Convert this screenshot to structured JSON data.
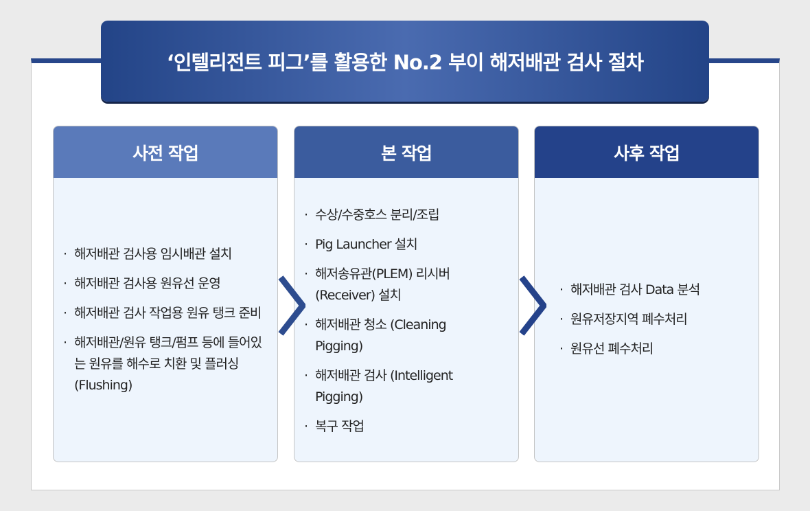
{
  "title": "‘인텔리전트 피그’를 활용한 No.2 부이 해저배관 검사 절차",
  "columns": [
    {
      "header": "사전 작업",
      "color": "#5a7aba",
      "items": [
        "해저배관 검사용 임시배관 설치",
        "해저배관 검사용 원유선 운영",
        "해저배관 검사 작업용 원유 탱크 준비",
        "해저배관/원유 탱크/펌프 등에 들어있는 원유를 해수로 치환 및 플러싱(Flushing)"
      ]
    },
    {
      "header": "본 작업",
      "color": "#3b5c9e",
      "items": [
        "수상/수중호스 분리/조립",
        "Pig Launcher 설치",
        "해저송유관(PLEM) 리시버(Receiver) 설치",
        "해저배관 청소 (Cleaning Pigging)",
        "해저배관 검사 (Intelligent Pigging)",
        "복구 작업"
      ]
    },
    {
      "header": "사후 작업",
      "color": "#24428a",
      "items": [
        "해저배관 검사 Data 분석",
        "원유저장지역 폐수처리",
        "원유선 폐수처리"
      ]
    }
  ]
}
